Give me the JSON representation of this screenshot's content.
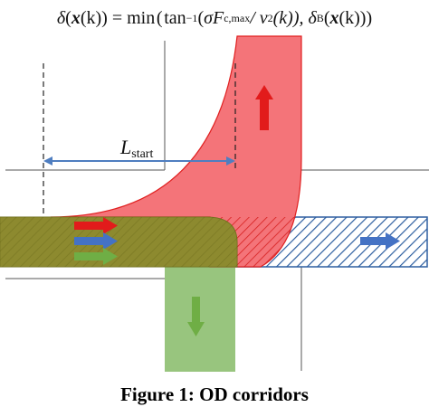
{
  "formula": {
    "lhs_delta": "δ",
    "lhs_arg": "x",
    "lhs_k": "(k)) = min",
    "tan": "tan",
    "tan_sup": "−1",
    "sigma": "σF",
    "fc_sub": "c,max",
    "slash_v": " / v",
    "v_sup": "2",
    "vk": "(k)), δ",
    "b_sub": "B",
    "tail_x": "x",
    "tail": "(k)))"
  },
  "diagram": {
    "label_main": "L",
    "label_sub": "start",
    "colors": {
      "red_corridor": "#f47479",
      "red_edge": "#e02020",
      "green_corridor": "#98c57e",
      "green_dark": "#8a8a2a",
      "blue_hatch": "#2e5fa0",
      "blue_arrow": "#4472c4",
      "red_arrow": "#e21b1b",
      "green_arrow": "#6fae45",
      "dimension_line": "#4f7ec0"
    },
    "icons": [
      "right-arrow-icon",
      "up-arrow-icon",
      "down-arrow-icon"
    ]
  },
  "caption": "Figure 1: OD corridors"
}
